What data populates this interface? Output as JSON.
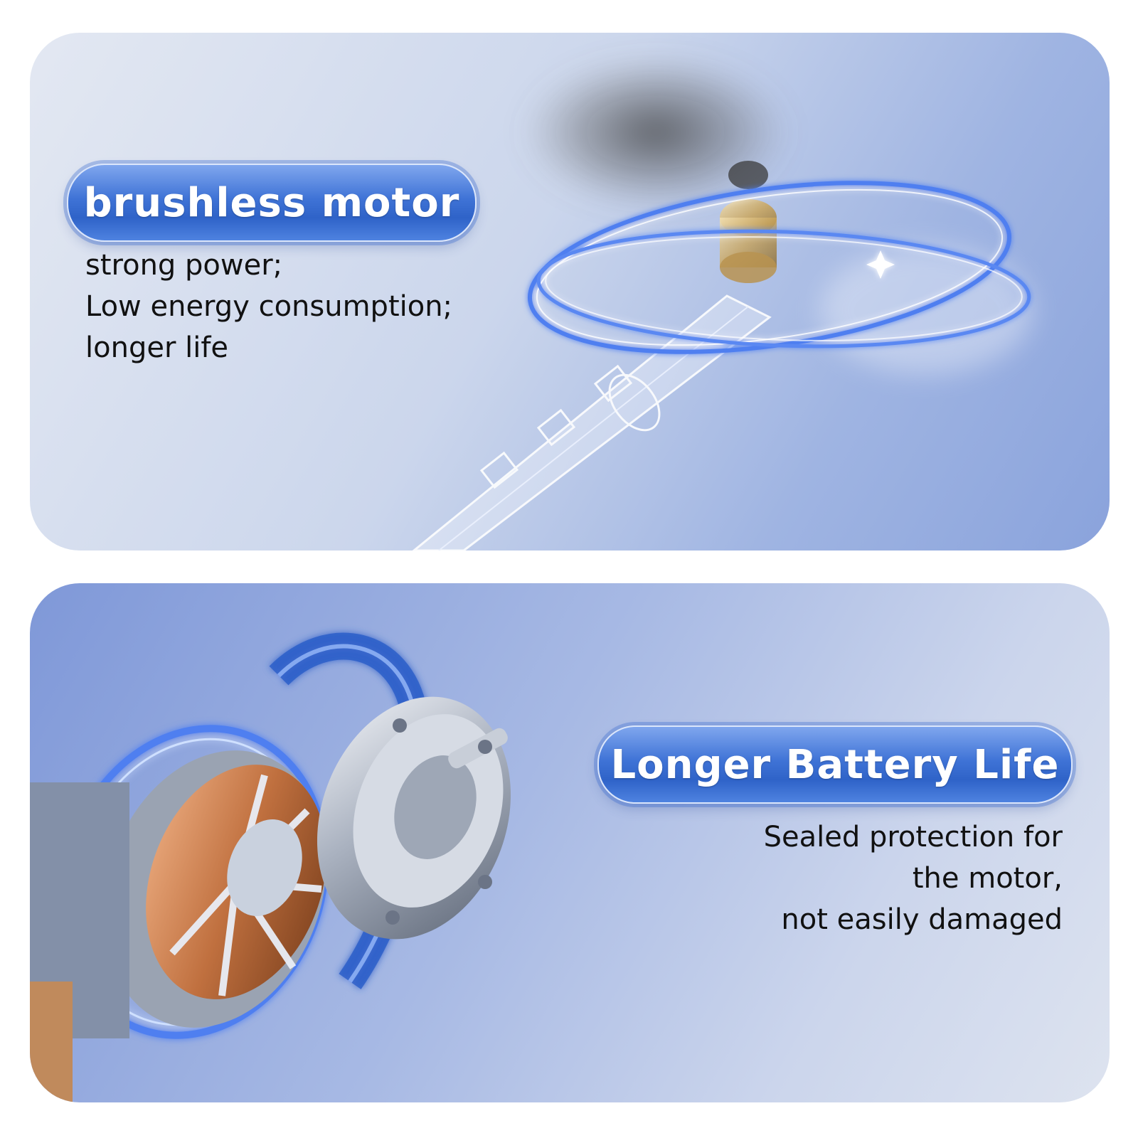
{
  "panels": {
    "top": {
      "heading": "brushless motor",
      "lines": [
        "strong power;",
        "Low energy consumption;",
        "longer life"
      ]
    },
    "bottom": {
      "heading": "Longer Battery Life",
      "lines": [
        "Sealed protection for",
        "the motor,",
        "not easily damaged"
      ]
    }
  },
  "colors": {
    "pill_blue": "#3f73d6",
    "ring_blue": "#4f7ff0",
    "copper": "#c0703f"
  }
}
